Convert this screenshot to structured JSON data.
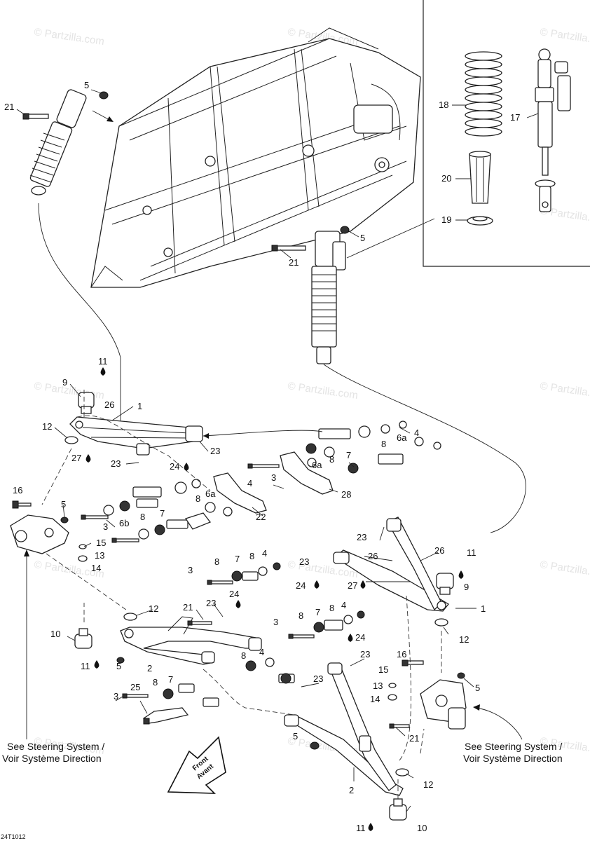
{
  "watermark": "© Partzilla.com",
  "image_ref": "24T1012",
  "steering_note_left": {
    "line1": "See Steering System /",
    "line2": "Voir Système Direction"
  },
  "steering_note_right": {
    "line1": "See Steering System /",
    "line2": "Voir Système Direction"
  },
  "front_arrow": {
    "line1": "Front",
    "line2": "Avant"
  },
  "callouts": {
    "c21a": "21",
    "c5a": "5",
    "c18": "18",
    "c17": "17",
    "c20": "20",
    "c19": "19",
    "c5b": "5",
    "c21b": "21",
    "c11a": "11",
    "c9a": "9",
    "c26a": "26",
    "c1a": "1",
    "c12a": "12",
    "c27a": "27",
    "c23a": "23",
    "c23b": "23",
    "c24a": "24",
    "c4a": "4",
    "c6aa": "6a",
    "c8a": "8",
    "c7a": "7",
    "c6ab": "6a",
    "c8b": "8",
    "c4b": "4",
    "c3a": "3",
    "c28": "28",
    "c8c": "8",
    "c6ac": "6a",
    "c22": "22",
    "c16a": "16",
    "c5c": "5",
    "c7b": "7",
    "c3b": "3",
    "c8d": "8",
    "c6b": "6b",
    "c15a": "15",
    "c13a": "13",
    "c14a": "14",
    "c23c": "23",
    "c26b": "26",
    "c26c": "26",
    "c11b": "11",
    "c23d": "23",
    "c24b": "24",
    "c27b": "27",
    "c9b": "9",
    "c1b": "1",
    "c8e": "8",
    "c7c": "7",
    "c8f": "8",
    "c4c": "4",
    "c3c": "3",
    "c24c": "24",
    "c12b": "12",
    "c21c": "21",
    "c23e": "23",
    "c12c": "12",
    "c8g": "8",
    "c7d": "7",
    "c8h": "8",
    "c4d": "4",
    "c3d": "3",
    "c24d": "24",
    "c10a": "10",
    "c11c": "11",
    "c5d": "5",
    "c2a": "2",
    "c8i": "8",
    "c4e": "4",
    "c23f": "23",
    "c16b": "16",
    "c15b": "15",
    "c13b": "13",
    "c14b": "14",
    "c5e": "5",
    "c25": "25",
    "c8j": "8",
    "c7e": "7",
    "c3e": "3",
    "c23g": "23",
    "c21d": "21",
    "c5f": "5",
    "c2b": "2",
    "c12d": "12",
    "c11d": "11",
    "c10b": "10"
  }
}
